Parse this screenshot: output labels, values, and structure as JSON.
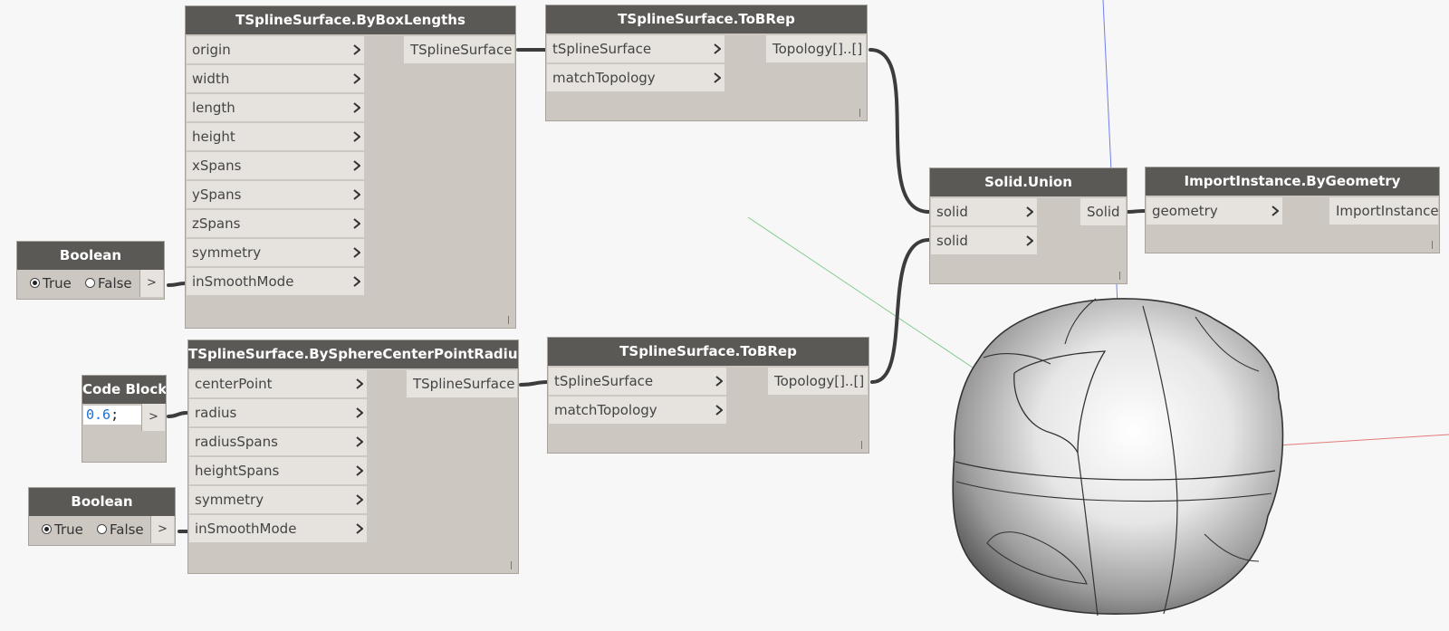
{
  "nodes": {
    "box_lengths": {
      "title": "TSplineSurface.ByBoxLengths",
      "inputs": [
        "origin",
        "width",
        "length",
        "height",
        "xSpans",
        "ySpans",
        "zSpans",
        "symmetry",
        "inSmoothMode"
      ],
      "output": "TSplineSurface"
    },
    "to_brep_1": {
      "title": "TSplineSurface.ToBRep",
      "inputs": [
        "tSplineSurface",
        "matchTopology"
      ],
      "output": "Topology[]..[]"
    },
    "sphere": {
      "title": "TSplineSurface.BySphereCenterPointRadius",
      "inputs": [
        "centerPoint",
        "radius",
        "radiusSpans",
        "heightSpans",
        "symmetry",
        "inSmoothMode"
      ],
      "output": "TSplineSurface"
    },
    "to_brep_2": {
      "title": "TSplineSurface.ToBRep",
      "inputs": [
        "tSplineSurface",
        "matchTopology"
      ],
      "output": "Topology[]..[]"
    },
    "union": {
      "title": "Solid.Union",
      "inputs": [
        "solid",
        "solid"
      ],
      "output": "Solid"
    },
    "import": {
      "title": "ImportInstance.ByGeometry",
      "inputs": [
        "geometry"
      ],
      "output": "ImportInstance"
    },
    "boolean_1": {
      "title": "Boolean",
      "true_label": "True",
      "false_label": "False",
      "selected": "True",
      "out": ">"
    },
    "boolean_2": {
      "title": "Boolean",
      "true_label": "True",
      "false_label": "False",
      "selected": "True",
      "out": ">"
    },
    "code_block": {
      "title": "Code Block",
      "number": "0.6",
      "semicolon": ";",
      "out": ">"
    }
  },
  "colors": {
    "header": "#5b5955",
    "node_body": "#ccc7c0",
    "port": "#e6e3de",
    "wire": "#3c3c3c",
    "background": "#f7f7f7",
    "axis_x": "#e47b7b",
    "axis_y": "#82c98a",
    "axis_z": "#6f7ef0"
  },
  "viewport": {
    "object": "tspline-sphere"
  }
}
